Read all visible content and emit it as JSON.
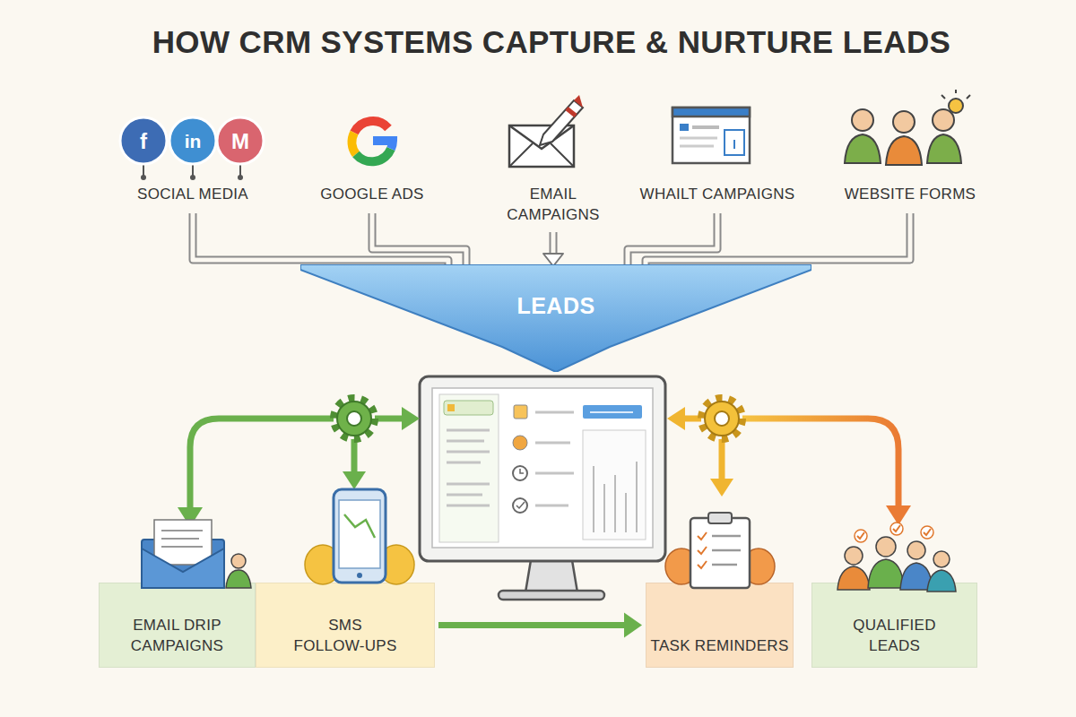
{
  "diagram": {
    "title": "HOW CRM SYSTEMS CAPTURE & NURTURE LEADS",
    "nodes": [
      {
        "text": [
          "SOCIAL MEDIA"
        ]
      },
      {
        "text": [
          "GOOGLE ADS"
        ]
      },
      {
        "text": [
          "EMAIL CAMPAIGNS"
        ]
      },
      {
        "text": [
          "WHAILT CAMPAIGNS"
        ]
      },
      {
        "text": [
          "WEBSITE FORMS"
        ]
      },
      {
        "text": [
          "LEADS"
        ]
      },
      {
        "text": [
          "EMAIL DRIP CAMPAIGNS"
        ]
      },
      {
        "text": [
          "SMS FOLLOW-UPS"
        ]
      },
      {
        "text": [
          "TASK REMINDERS"
        ]
      },
      {
        "text": [
          "QUALIFIED LEADS"
        ]
      }
    ],
    "edges": [
      {
        "from": 0,
        "to": 5,
        "arrow": "none"
      },
      {
        "from": 1,
        "to": 5,
        "arrow": "none"
      },
      {
        "from": 2,
        "to": 5,
        "arrow": "to"
      },
      {
        "from": 3,
        "to": 5,
        "arrow": "none"
      },
      {
        "from": 4,
        "to": 5,
        "arrow": "none"
      },
      {
        "from": 7,
        "to": 8,
        "arrow": "to"
      }
    ],
    "labels": [
      "f",
      "in",
      "M"
    ]
  }
}
